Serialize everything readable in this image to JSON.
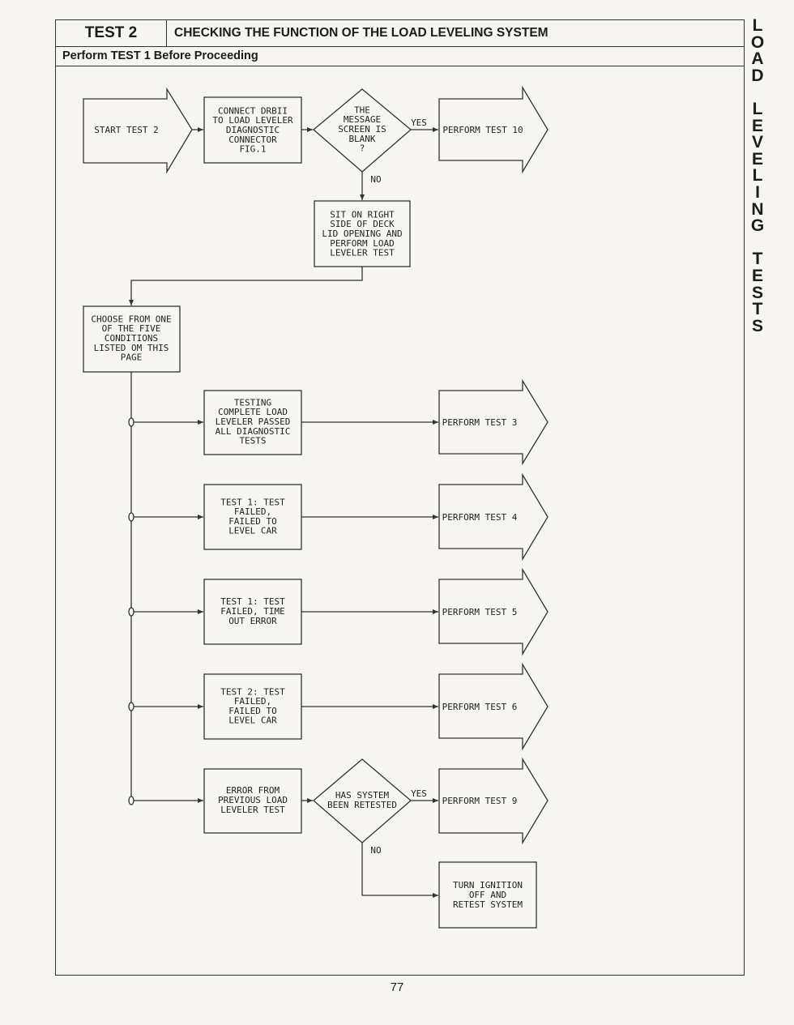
{
  "header": {
    "test_label": "TEST 2",
    "title": "CHECKING THE FUNCTION OF THE LOAD LEVELING SYSTEM",
    "subtitle": "Perform TEST 1 Before Proceeding"
  },
  "side_tab": [
    "L",
    "O",
    "A",
    "D",
    "",
    "L",
    "E",
    "V",
    "E",
    "L",
    "I",
    "N",
    "G",
    "",
    "T",
    "E",
    "S",
    "T",
    "S"
  ],
  "page_number": "77",
  "flow": {
    "start": "START TEST 2",
    "connect": [
      "CONNECT DRBII",
      "TO LOAD LEVELER",
      "DIAGNOSTIC",
      "CONNECTOR",
      "FIG.1"
    ],
    "decision1": [
      "THE",
      "MESSAGE",
      "SCREEN IS",
      "BLANK",
      "?"
    ],
    "yes1": "YES",
    "no1": "NO",
    "result1": "PERFORM TEST 10",
    "sit": [
      "SIT ON RIGHT",
      "SIDE OF DECK",
      "LID OPENING AND",
      "PERFORM LOAD",
      "LEVELER TEST"
    ],
    "choose": [
      "CHOOSE FROM ONE",
      "OF THE FIVE",
      "CONDITIONS",
      "LISTED OM THIS",
      "PAGE"
    ],
    "cond1": [
      "TESTING",
      "COMPLETE LOAD",
      "LEVELER PASSED",
      "ALL DIAGNOSTIC",
      "TESTS"
    ],
    "result3": "PERFORM TEST 3",
    "cond2": [
      "TEST 1: TEST",
      "FAILED,",
      "FAILED TO",
      "LEVEL CAR"
    ],
    "result4": "PERFORM TEST 4",
    "cond3": [
      "TEST 1: TEST",
      "FAILED, TIME",
      "OUT ERROR"
    ],
    "result5": "PERFORM TEST 5",
    "cond4": [
      "TEST 2: TEST",
      "FAILED,",
      "FAILED TO",
      "LEVEL CAR"
    ],
    "result6": "PERFORM TEST 6",
    "cond5": [
      "ERROR FROM",
      "PREVIOUS LOAD",
      "LEVELER TEST"
    ],
    "decision2": [
      "HAS SYSTEM",
      "BEEN RETESTED"
    ],
    "yes2": "YES",
    "no2": "NO",
    "result9": "PERFORM TEST 9",
    "retest": [
      "TURN IGNITION",
      "OFF AND",
      "RETEST SYSTEM"
    ]
  }
}
